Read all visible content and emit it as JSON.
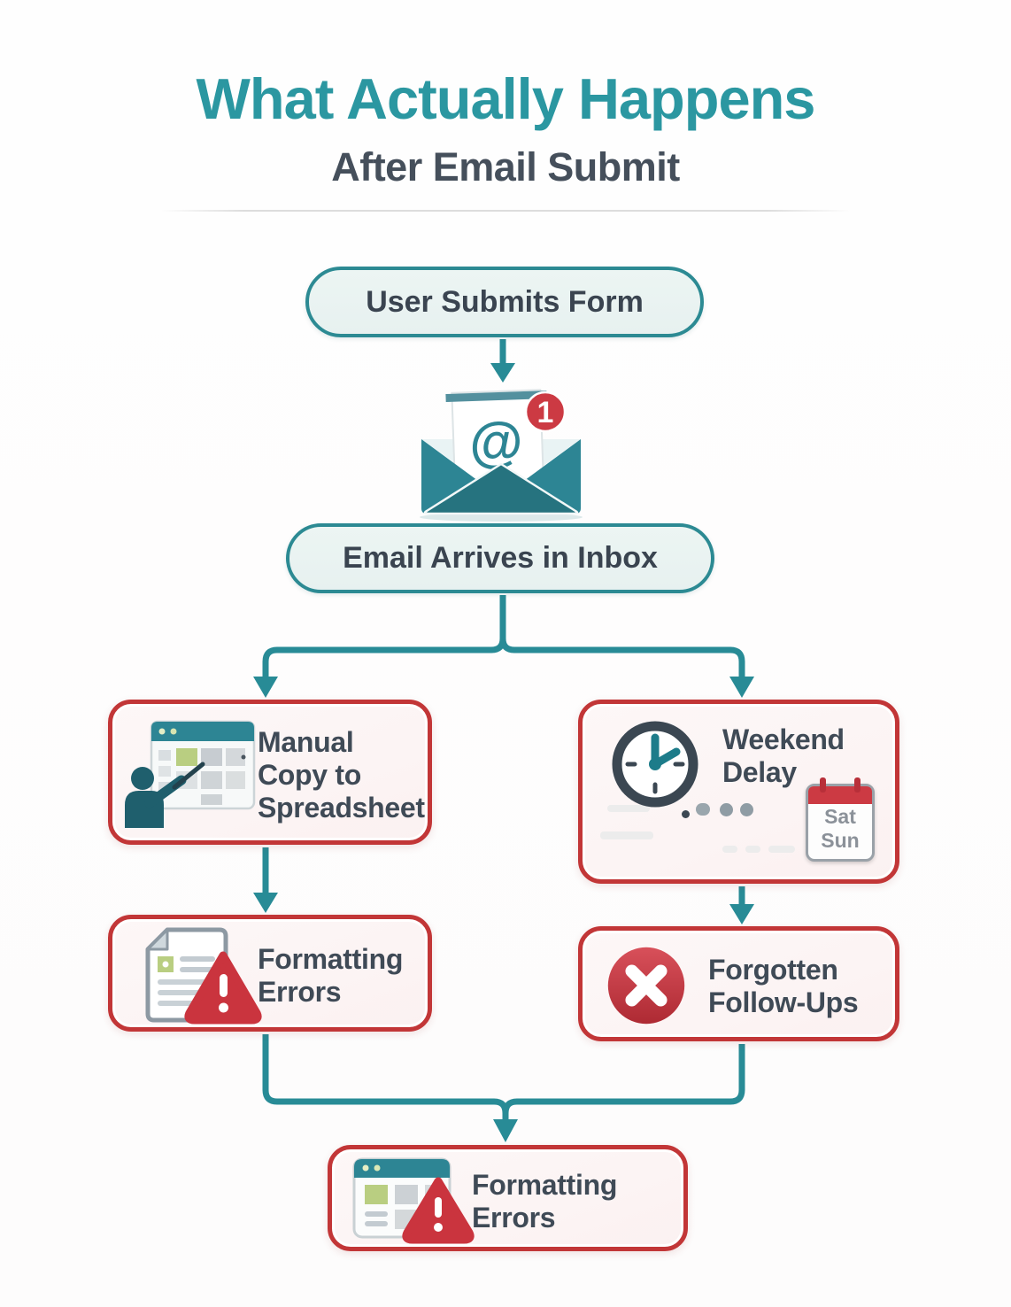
{
  "header": {
    "title": "What Actually Happens",
    "subtitle": "After Email Submit"
  },
  "flow": {
    "start": {
      "label": "User Submits Form"
    },
    "email": {
      "at_symbol": "@",
      "badge_count": "1",
      "icon": "open-envelope-icon"
    },
    "inbox": {
      "label": "Email Arrives in Inbox"
    },
    "manual_copy": {
      "label": "Manual\nCopy to\nSpreadsheet",
      "icon": "spreadsheet-person-icon"
    },
    "weekend_delay": {
      "label": "Weekend\nDelay",
      "icon": "clock-icon",
      "calendar_days": "Sat\nSun"
    },
    "formatting_errors": {
      "label": "Formatting\nErrors",
      "icon": "document-warning-icon"
    },
    "forgotten_followups": {
      "label": "Forgotten\nFollow-Ups",
      "icon": "error-x-icon"
    },
    "result": {
      "label": "Formatting\nErrors",
      "icon": "browser-warning-icon"
    }
  },
  "colors": {
    "title_teal": "#2b97a1",
    "subtitle_gray": "#454f5b",
    "node_text": "#3a4450",
    "pill_border": "#2c8a93",
    "pill_bg": "#e7f1f0",
    "arrow": "#288b96",
    "box_border": "#c23637",
    "box_bg": "#fcf4f4",
    "box_text": "#3f4a56",
    "badge_red": "#cc3a43",
    "warn_red": "#ca343e",
    "icon_teal": "#2d8594",
    "icon_dark_teal": "#1f5f6d",
    "clock_dark": "#3b4752",
    "cell_green": "#b9ce81",
    "cal_text": "#8b9199",
    "divider": "#dddddd"
  }
}
